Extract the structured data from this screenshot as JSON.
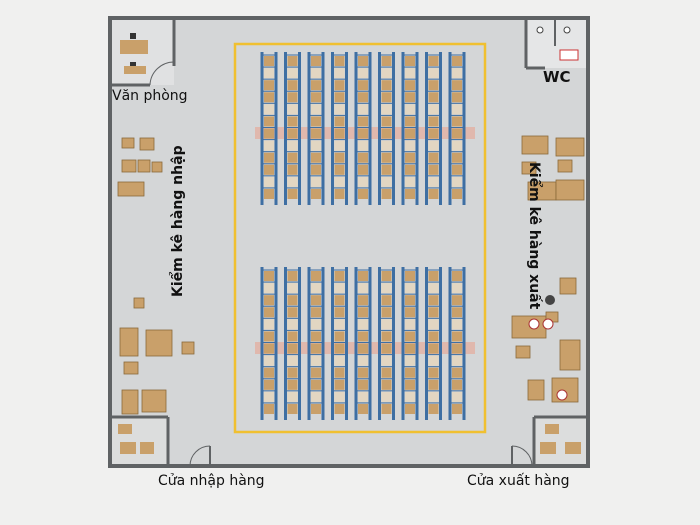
{
  "labels": {
    "office": "Văn phòng",
    "wc": "WC",
    "inbound_check": "Kiểm kê hàng nhập",
    "outbound_check": "Kiểm kê hàng xuất",
    "inbound_door": "Cửa nhập hàng",
    "outbound_door": "Cửa xuất hàng"
  },
  "colors": {
    "floor": "#d4d6d7",
    "wall": "#5f6264",
    "rack": "#3e6fa3",
    "box": "#c9a06a",
    "yellow_line": "#f0c030",
    "pallet_marker": "#e9a08a"
  },
  "racks": {
    "columns": 9,
    "blocks": 2,
    "levels_per_block": 2
  }
}
